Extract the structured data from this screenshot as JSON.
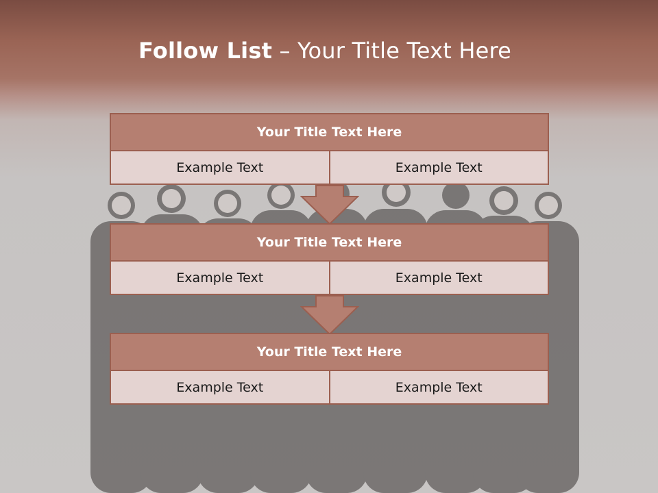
{
  "slide": {
    "title_bold": "Follow List",
    "title_rest": " – Your Title Text Here"
  },
  "blocks": [
    {
      "title": "Your Title Text Here",
      "left": "Example Text",
      "right": "Example Text"
    },
    {
      "title": "Your Title Text Here",
      "left": "Example Text",
      "right": "Example Text"
    },
    {
      "title": "Your Title Text Here",
      "left": "Example Text",
      "right": "Example Text"
    }
  ],
  "colors": {
    "header_band": "#9a6455",
    "block_title_fill": "#b57f71",
    "block_border": "#9b5f50",
    "cell_fill": "#e4d3d1",
    "background": "#c8c5c4"
  }
}
